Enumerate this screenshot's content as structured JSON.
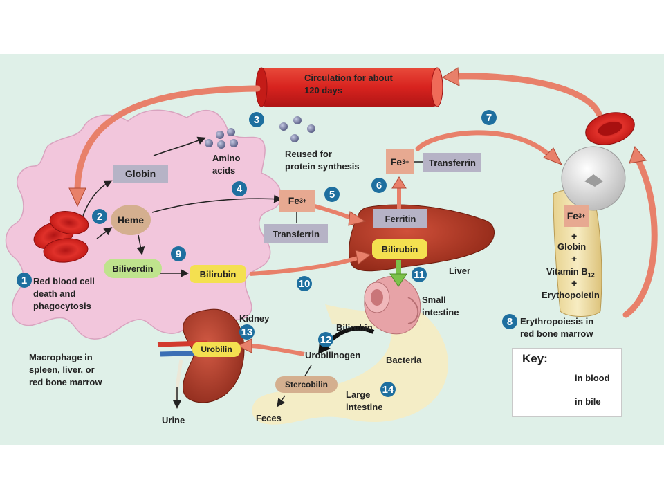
{
  "labels": {
    "circulation": "Circulation for about\n120 days",
    "amino_acids": "Amino\nacids",
    "reused": "Reused for\nprotein synthesis",
    "globin": "Globin",
    "heme": "Heme",
    "biliverdin": "Biliverdin",
    "bilirubin": "Bilirubin",
    "fe": "Fe",
    "fe_sup": "3+",
    "transferrin": "Transferrin",
    "ferritin": "Ferritin",
    "liver": "Liver",
    "small_intestine": "Small\nintestine",
    "kidney": "Kidney",
    "urobilin": "Urobilin",
    "urobilinogen": "Urobilinogen",
    "bacteria": "Bacteria",
    "stercobilin": "Stercobilin",
    "large_intestine": "Large\nintestine",
    "feces": "Feces",
    "urine": "Urine",
    "rbc_death": "Red blood cell\ndeath and\nphagocytosis",
    "macrophage": "Macrophage in\nspleen, liver, or\nred bone marrow",
    "erythropoiesis": "Erythropoiesis in\nred bone marrow",
    "plus": "+",
    "marrow_globin": "Globin",
    "vitamin": "Vitamin B",
    "vitamin_sub": "12",
    "erythopoietin": "Erythopoietin"
  },
  "steps": [
    "1",
    "2",
    "3",
    "4",
    "5",
    "6",
    "7",
    "8",
    "9",
    "10",
    "11",
    "12",
    "13",
    "14"
  ],
  "key": {
    "title": "Key:",
    "in_blood": "in blood",
    "in_bile": "in bile",
    "blood_color": "#e8806a",
    "bile_color": "#7cc24a"
  },
  "colors": {
    "background": "#dff0e8",
    "macrophage": "#f2c6dc",
    "rbc": "#d8231f",
    "liver": "#b8341f",
    "badge": "#1e6f9f"
  }
}
